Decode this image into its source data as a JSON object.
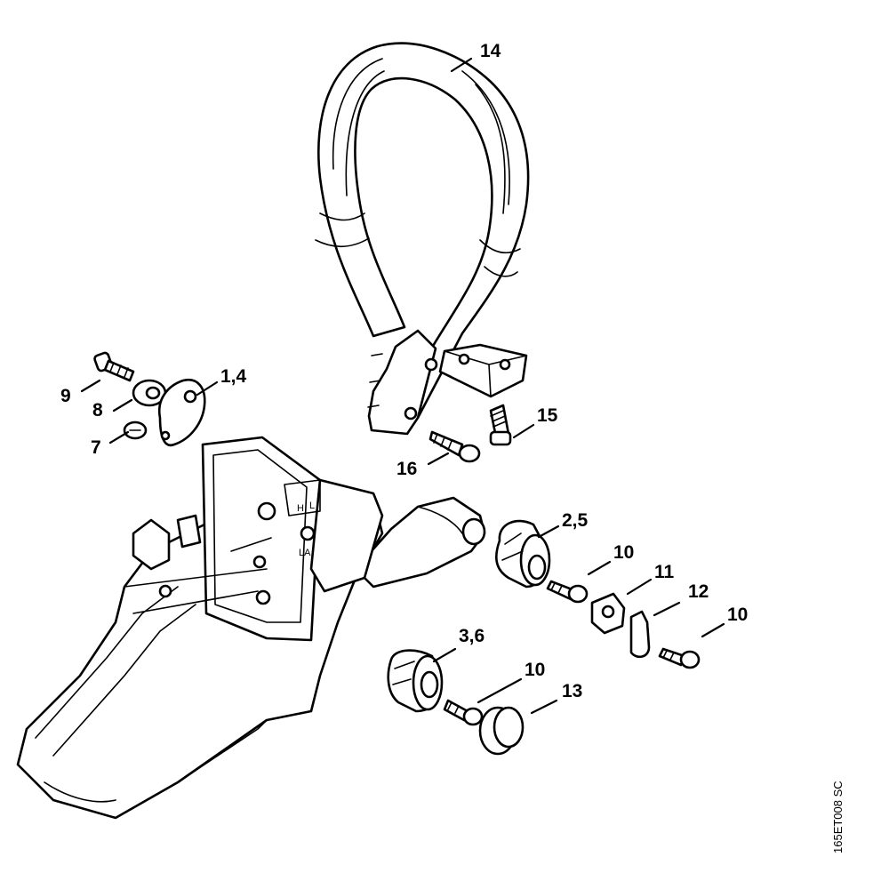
{
  "diagram": {
    "reference_code": "165ET008 SC",
    "callouts": [
      {
        "id": "14",
        "label": "14"
      },
      {
        "id": "1-4",
        "label": "1,4"
      },
      {
        "id": "9",
        "label": "9"
      },
      {
        "id": "8",
        "label": "8"
      },
      {
        "id": "7",
        "label": "7"
      },
      {
        "id": "15",
        "label": "15"
      },
      {
        "id": "16",
        "label": "16"
      },
      {
        "id": "2-5",
        "label": "2,5"
      },
      {
        "id": "10a",
        "label": "10"
      },
      {
        "id": "11",
        "label": "11"
      },
      {
        "id": "12",
        "label": "12"
      },
      {
        "id": "10b",
        "label": "10"
      },
      {
        "id": "3-6",
        "label": "3,6"
      },
      {
        "id": "10c",
        "label": "10"
      },
      {
        "id": "13",
        "label": "13"
      }
    ],
    "housing_markings": {
      "h": "H",
      "l": "L",
      "la": "LA"
    }
  }
}
